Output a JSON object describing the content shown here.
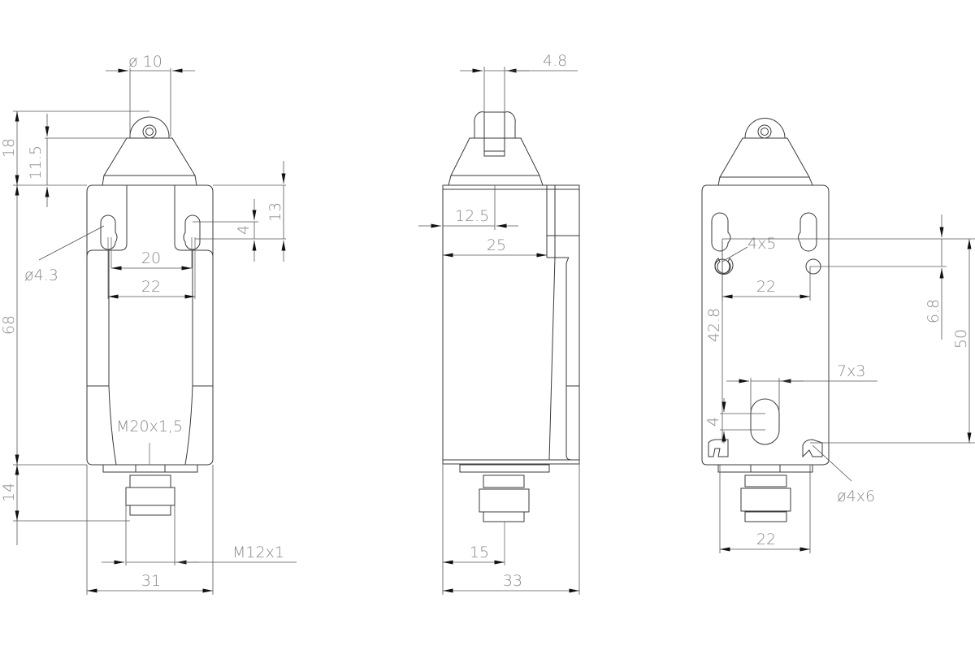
{
  "drawing": {
    "line_color": "#3a3a3a",
    "text_color": "#8a8a8a",
    "views": {
      "front": {
        "dims": {
          "roller_dia": "ø 10",
          "total_top": "18",
          "head_height": "11.5",
          "mount_offset": "13",
          "slot_len": "4",
          "hole_dia": "ø4.3",
          "inner_width": "20",
          "hole_spacing": "22",
          "body_height": "68",
          "conduit": "M20x1,5",
          "plunger_len": "14",
          "connector": "M12x1",
          "width": "31"
        }
      },
      "side": {
        "dims": {
          "roller_width": "4.8",
          "half_depth": "12.5",
          "depth_inner": "25",
          "connector_offset": "15",
          "depth": "33"
        }
      },
      "rear": {
        "dims": {
          "slot_size": "4x5",
          "hole_spacing_top": "22",
          "vertical_spacing": "42.8",
          "offset_small": "6.8",
          "vertical_total": "50",
          "oval_size": "7x3",
          "oval_offset": "4",
          "hole_dia_bottom": "ø4x6",
          "hole_spacing_bottom": "22"
        }
      }
    }
  }
}
